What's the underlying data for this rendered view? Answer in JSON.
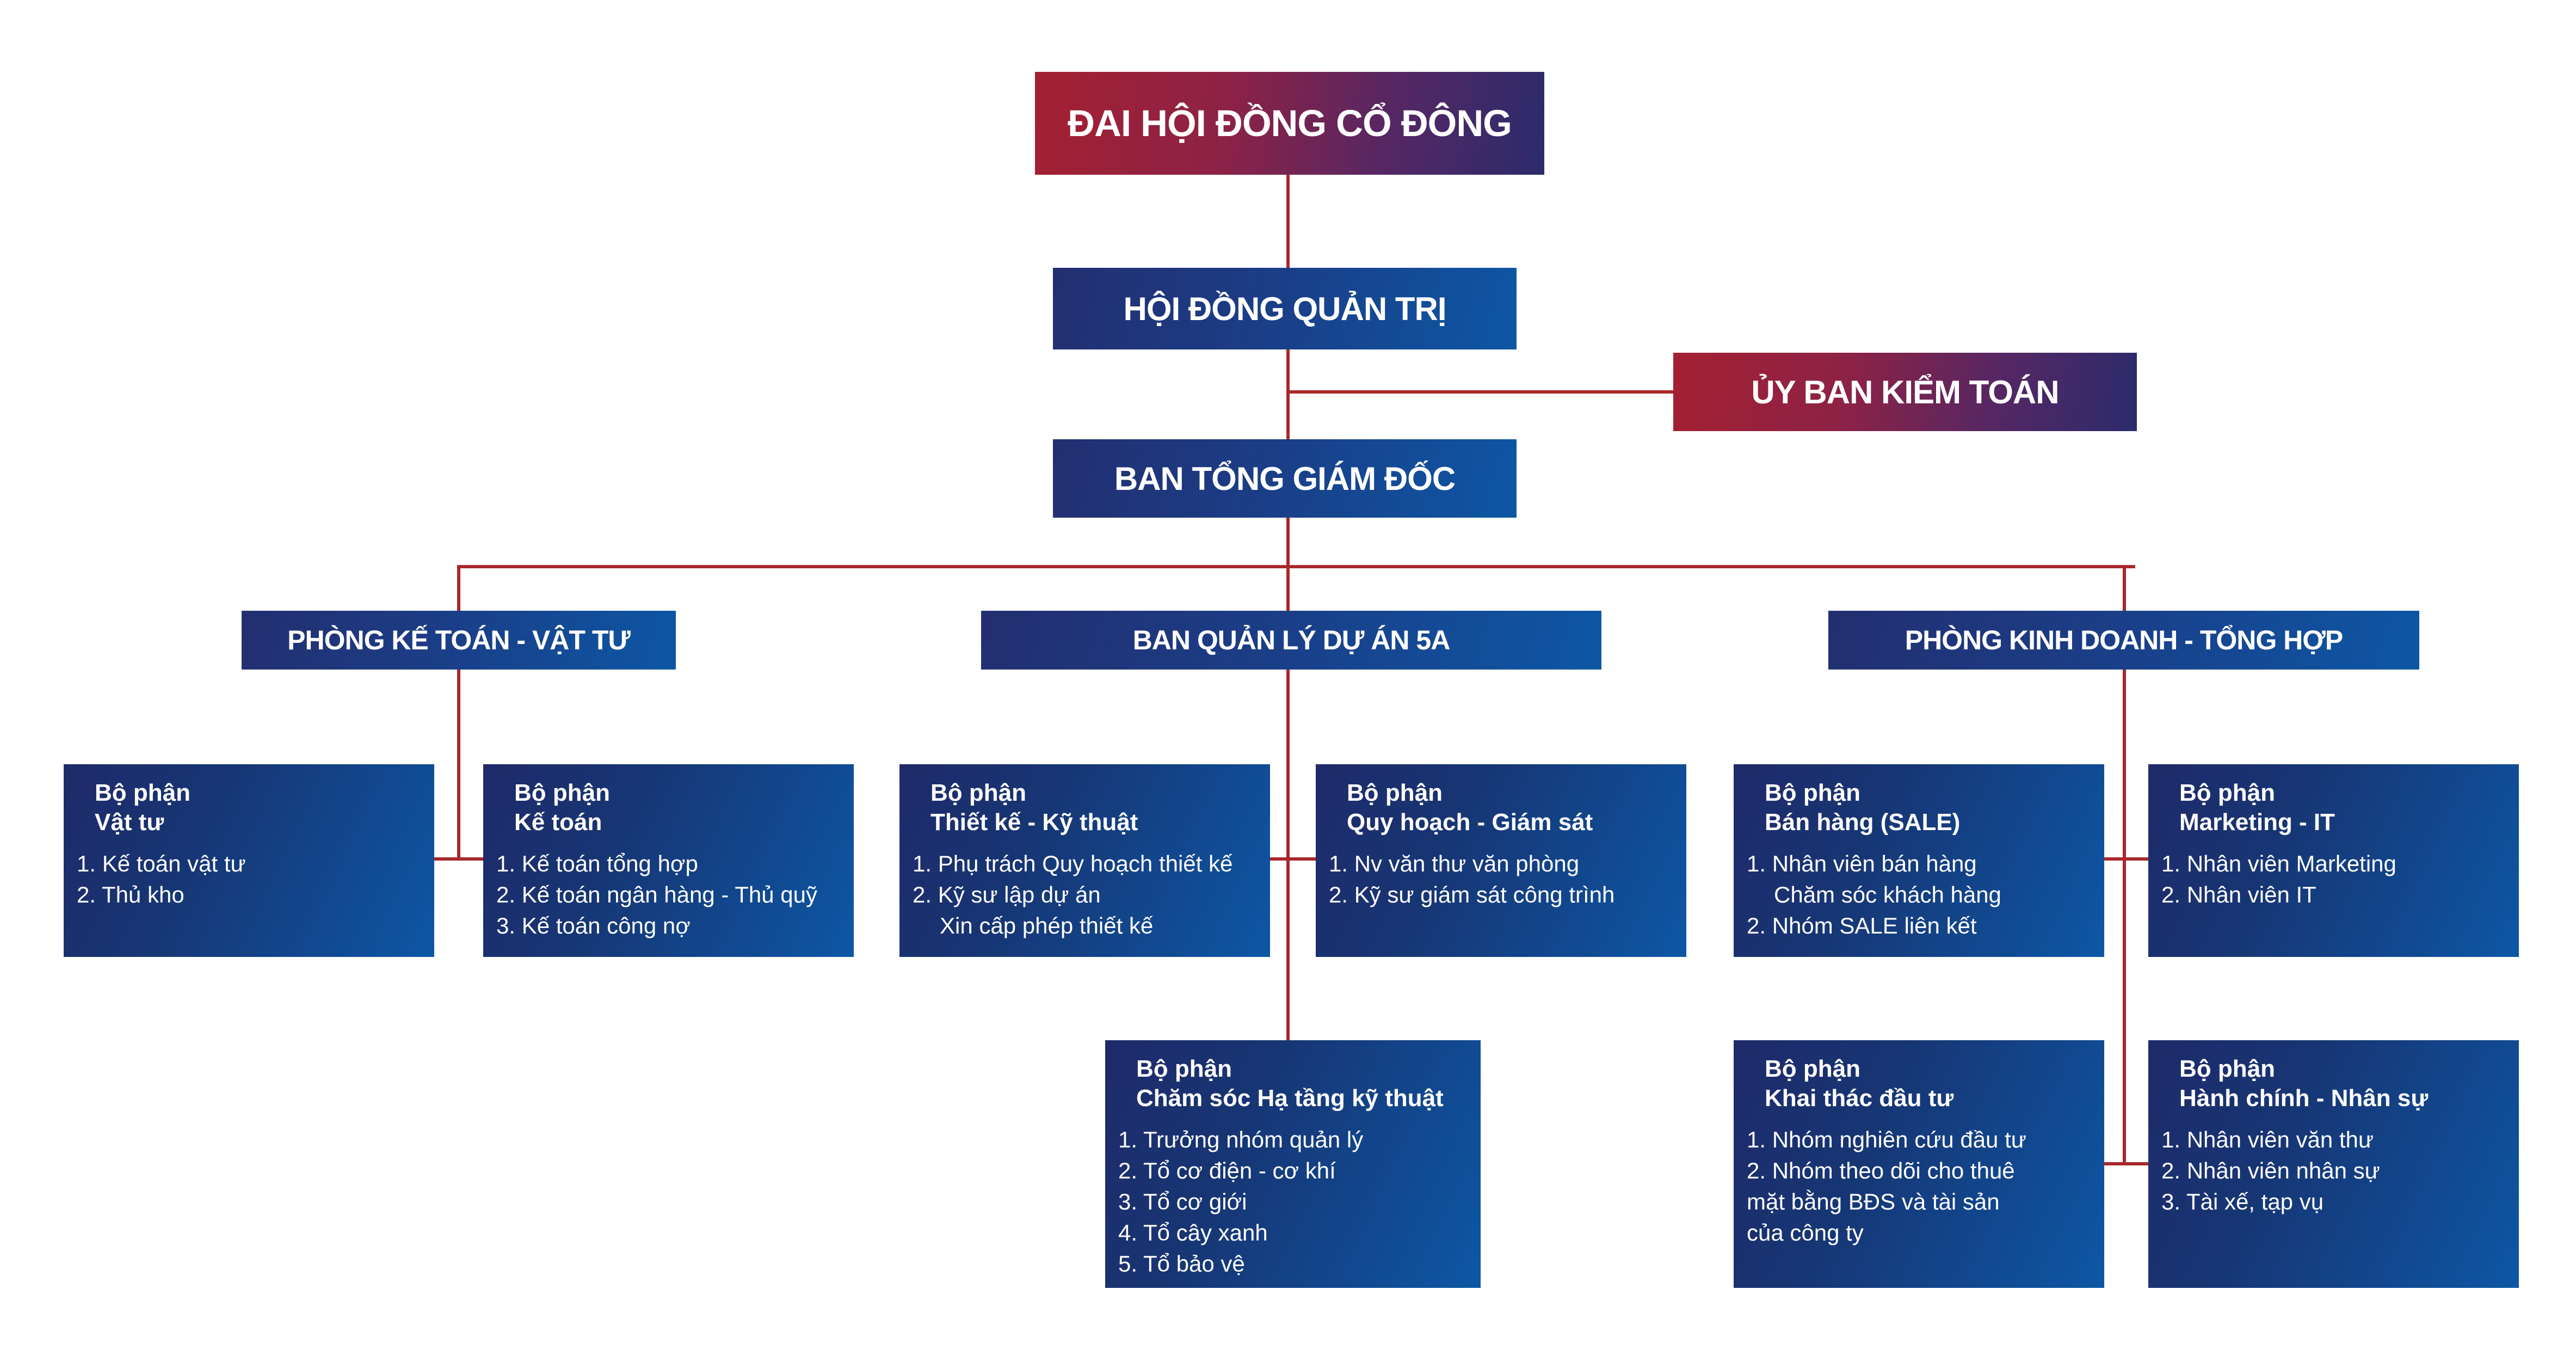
{
  "colors": {
    "background": "#ffffff",
    "connector_line": "#a8282c",
    "red_gradient_start": "#a42031",
    "red_gradient_end": "#2b2b6b",
    "blue_gradient_start": "#232e70",
    "blue_gradient_end": "#0d57a5",
    "text": "#ffffff"
  },
  "nodes": {
    "shareholders": {
      "label": "ĐAI HỘI ĐỒNG CỔ ĐÔNG"
    },
    "board": {
      "label": "HỘI ĐỒNG QUẢN TRỊ"
    },
    "audit": {
      "label": "ỦY BAN KIỂM TOÁN"
    },
    "executive": {
      "label": "BAN TỔNG GIÁM ĐỐC"
    }
  },
  "departments": [
    {
      "label": "PHÒNG KẾ TOÁN - VẬT TƯ"
    },
    {
      "label": "BAN QUẢN LÝ DỰ ÁN 5A"
    },
    {
      "label": "PHÒNG KINH DOANH - TỔNG HỢP"
    }
  ],
  "units": [
    {
      "title": "Bộ phận",
      "name": "Vật tư",
      "items": [
        {
          "text": "1. Kế toán vật tư",
          "indent": false
        },
        {
          "text": "2. Thủ kho",
          "indent": false
        }
      ]
    },
    {
      "title": "Bộ phận",
      "name": "Kế toán",
      "items": [
        {
          "text": "1. Kế toán tổng hợp",
          "indent": false
        },
        {
          "text": "2. Kế toán ngân hàng - Thủ quỹ",
          "indent": false
        },
        {
          "text": "3. Kế toán công nợ",
          "indent": false
        }
      ]
    },
    {
      "title": "Bộ phận",
      "name": "Thiết kế - Kỹ thuật",
      "items": [
        {
          "text": "1. Phụ trách Quy hoạch thiết kế",
          "indent": false
        },
        {
          "text": "2. Kỹ sư lập dự án",
          "indent": false
        },
        {
          "text": "Xin cấp phép thiết kế",
          "indent": true
        }
      ]
    },
    {
      "title": "Bộ phận",
      "name": "Quy hoạch - Giám sát",
      "items": [
        {
          "text": "1. Nv văn thư văn phòng",
          "indent": false
        },
        {
          "text": "2. Kỹ sư giám sát công trình",
          "indent": false
        }
      ]
    },
    {
      "title": "Bộ phận",
      "name": "Bán hàng (SALE)",
      "items": [
        {
          "text": "1. Nhân viên bán hàng",
          "indent": false
        },
        {
          "text": "Chăm sóc khách hàng",
          "indent": true
        },
        {
          "text": "2. Nhóm SALE liên kết",
          "indent": false
        }
      ]
    },
    {
      "title": "Bộ phận",
      "name": "Marketing - IT",
      "items": [
        {
          "text": "1. Nhân viên Marketing",
          "indent": false
        },
        {
          "text": "2. Nhân viên IT",
          "indent": false
        }
      ]
    },
    {
      "title": "Bộ phận",
      "name": "Chăm sóc Hạ tầng kỹ thuật",
      "items": [
        {
          "text": "1. Trưởng nhóm quản lý",
          "indent": false
        },
        {
          "text": "2. Tổ cơ điện - cơ khí",
          "indent": false
        },
        {
          "text": "3. Tổ cơ giới",
          "indent": false
        },
        {
          "text": "4. Tổ cây xanh",
          "indent": false
        },
        {
          "text": "5. Tổ bảo vệ",
          "indent": false
        }
      ]
    },
    {
      "title": "Bộ phận",
      "name": "Khai thác đầu tư",
      "items": [
        {
          "text": "1. Nhóm nghiên cứu đầu tư",
          "indent": false
        },
        {
          "text": "2. Nhóm theo dõi cho thuê",
          "indent": false
        },
        {
          "text": "mặt bằng BĐS và tài sản",
          "indent": false
        },
        {
          "text": "của công ty",
          "indent": false
        }
      ]
    },
    {
      "title": "Bộ phận",
      "name": "Hành chính - Nhân sự",
      "items": [
        {
          "text": "1. Nhân viên văn thư",
          "indent": false
        },
        {
          "text": "2. Nhân viên nhân sự",
          "indent": false
        },
        {
          "text": "3. Tài xế, tạp vụ",
          "indent": false
        }
      ]
    }
  ]
}
